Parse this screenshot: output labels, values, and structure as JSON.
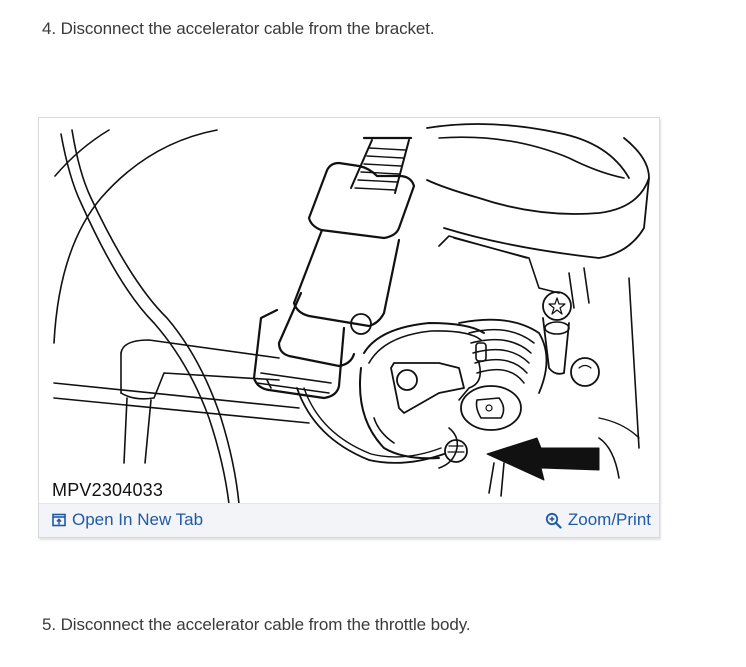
{
  "steps": [
    {
      "number": "4",
      "text": "4. Disconnect the accelerator cable from the bracket."
    },
    {
      "number": "5",
      "text": "5. Disconnect the accelerator cable from the throttle body."
    }
  ],
  "figure": {
    "caption": "MPV2304033",
    "illustration": "line drawing of throttle body with accelerator cable and arrow pointing to bracket",
    "toolbar": {
      "open_new_tab": {
        "label": "Open In New Tab",
        "icon": "open-in-new-tab-icon"
      },
      "zoom_print": {
        "label": "Zoom/Print",
        "icon": "zoom-in-icon"
      }
    }
  },
  "colors": {
    "body_text": "#3a3a3a",
    "link": "#1f5aa6",
    "toolbar_bg": "#f2f4f8",
    "frame_border": "#d9d9d9"
  }
}
